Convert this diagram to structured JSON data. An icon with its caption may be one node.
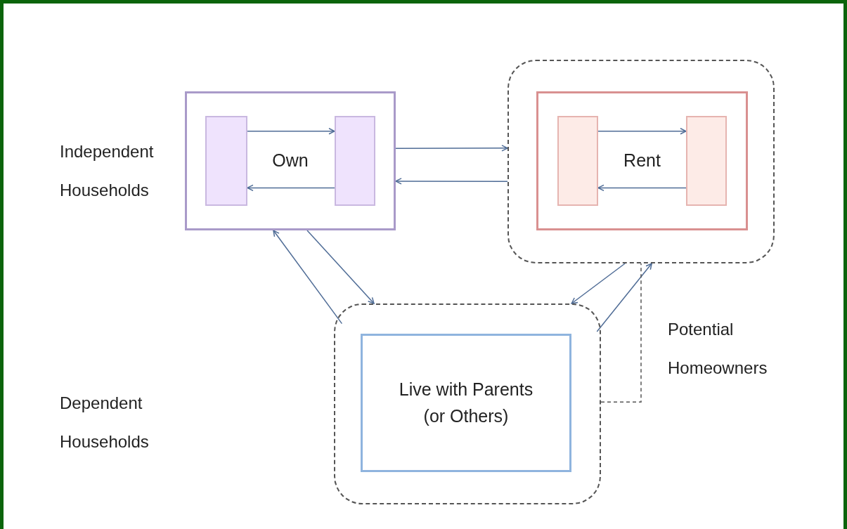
{
  "diagram": {
    "nodes": [
      {
        "text": [
          "Own"
        ]
      },
      {
        "text": [],
        "shape": "box",
        "in": 0
      },
      {
        "text": [],
        "shape": "box",
        "in": 0
      },
      {
        "text": [],
        "shape": "box"
      },
      {
        "text": [
          "Rent"
        ],
        "in": 3
      },
      {
        "text": [],
        "shape": "box",
        "in": 4
      },
      {
        "text": [],
        "shape": "box",
        "in": 4
      },
      {
        "text": [],
        "shape": "box"
      },
      {
        "text": [
          "Live with Parents (or Others)"
        ],
        "in": 7
      }
    ],
    "edges": [
      {
        "from": 1,
        "to": 2,
        "arrow": "to"
      },
      {
        "from": 2,
        "to": 1,
        "arrow": "to"
      },
      {
        "from": 5,
        "to": 6,
        "arrow": "to"
      },
      {
        "from": 6,
        "to": 5,
        "arrow": "to"
      },
      {
        "from": 0,
        "to": 3,
        "arrow": "to"
      },
      {
        "from": 3,
        "to": 0,
        "arrow": "to"
      },
      {
        "from": 0,
        "to": 7,
        "arrow": "to"
      },
      {
        "from": 7,
        "to": 0,
        "arrow": "to"
      },
      {
        "from": 3,
        "to": 7,
        "arrow": "to"
      },
      {
        "from": 7,
        "to": 3,
        "arrow": "to"
      },
      {
        "from": 7,
        "to": 3,
        "arrow": "none",
        "style": "dashed",
        "color": "#555555"
      }
    ],
    "labels": [
      "Independent Households",
      "Potential Homeowners",
      "Dependent Households"
    ]
  }
}
